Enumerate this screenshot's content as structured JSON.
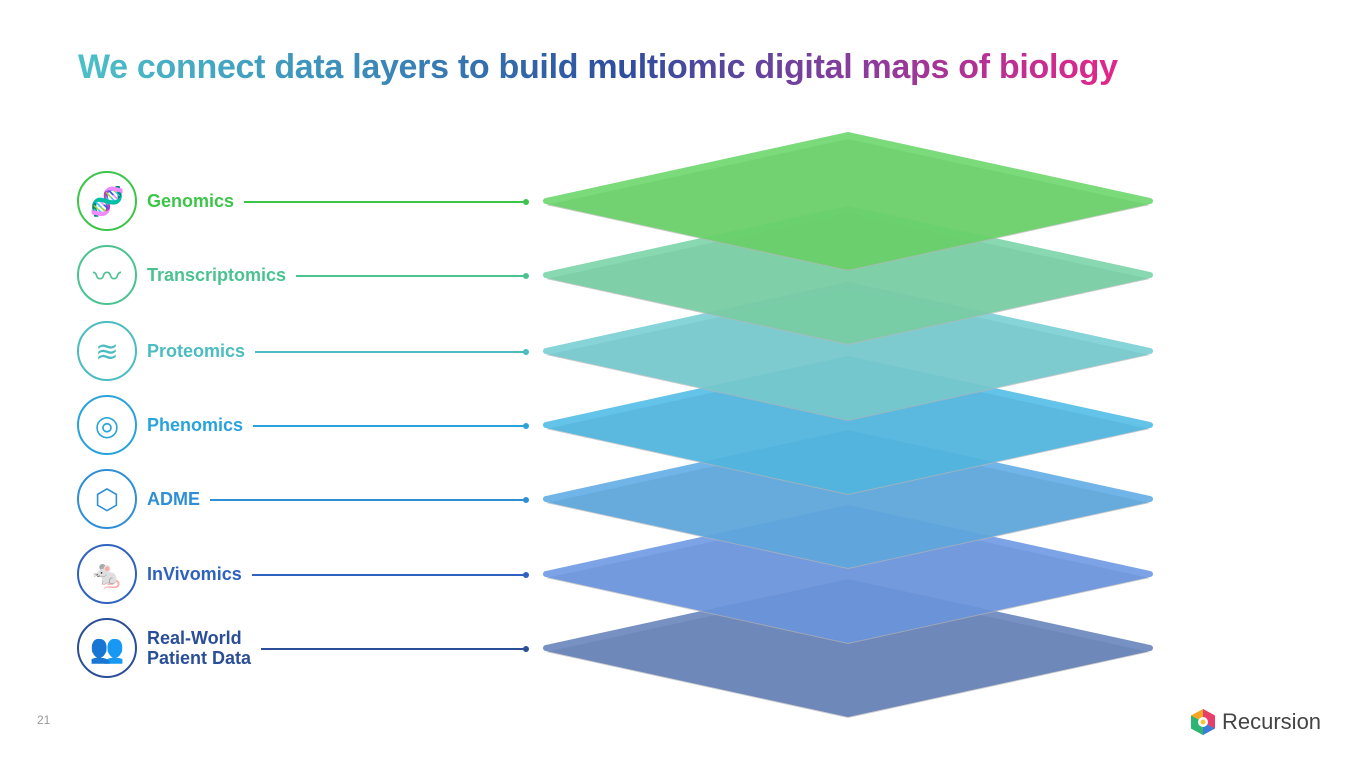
{
  "title": "We connect data layers to build multiomic digital maps of biology",
  "page_number": "21",
  "brand": "Recursion",
  "layers": [
    {
      "label": "Genomics",
      "icon": "dna-icon",
      "text_color": "#3dc54a",
      "fill": "#5fd45f"
    },
    {
      "label": "Transcriptomics",
      "icon": "rna-icon",
      "text_color": "#4bc391",
      "fill": "#6fd0a2"
    },
    {
      "label": "Proteomics",
      "icon": "protein-icon",
      "text_color": "#4bbcc0",
      "fill": "#6ccbd0"
    },
    {
      "label": "Phenomics",
      "icon": "cell-icon",
      "text_color": "#29a3dc",
      "fill": "#43b6e4"
    },
    {
      "label": "ADME",
      "icon": "molecule-icon",
      "text_color": "#2f8fd6",
      "fill": "#52a4e2"
    },
    {
      "label": "InVivomics",
      "icon": "mouse-icon",
      "text_color": "#2f62c0",
      "fill": "#6090e0"
    },
    {
      "label": "Real-World\nPatient Data",
      "icon": "patients-icon",
      "text_color": "#2a4f98",
      "fill": "#5a7ab6"
    }
  ]
}
